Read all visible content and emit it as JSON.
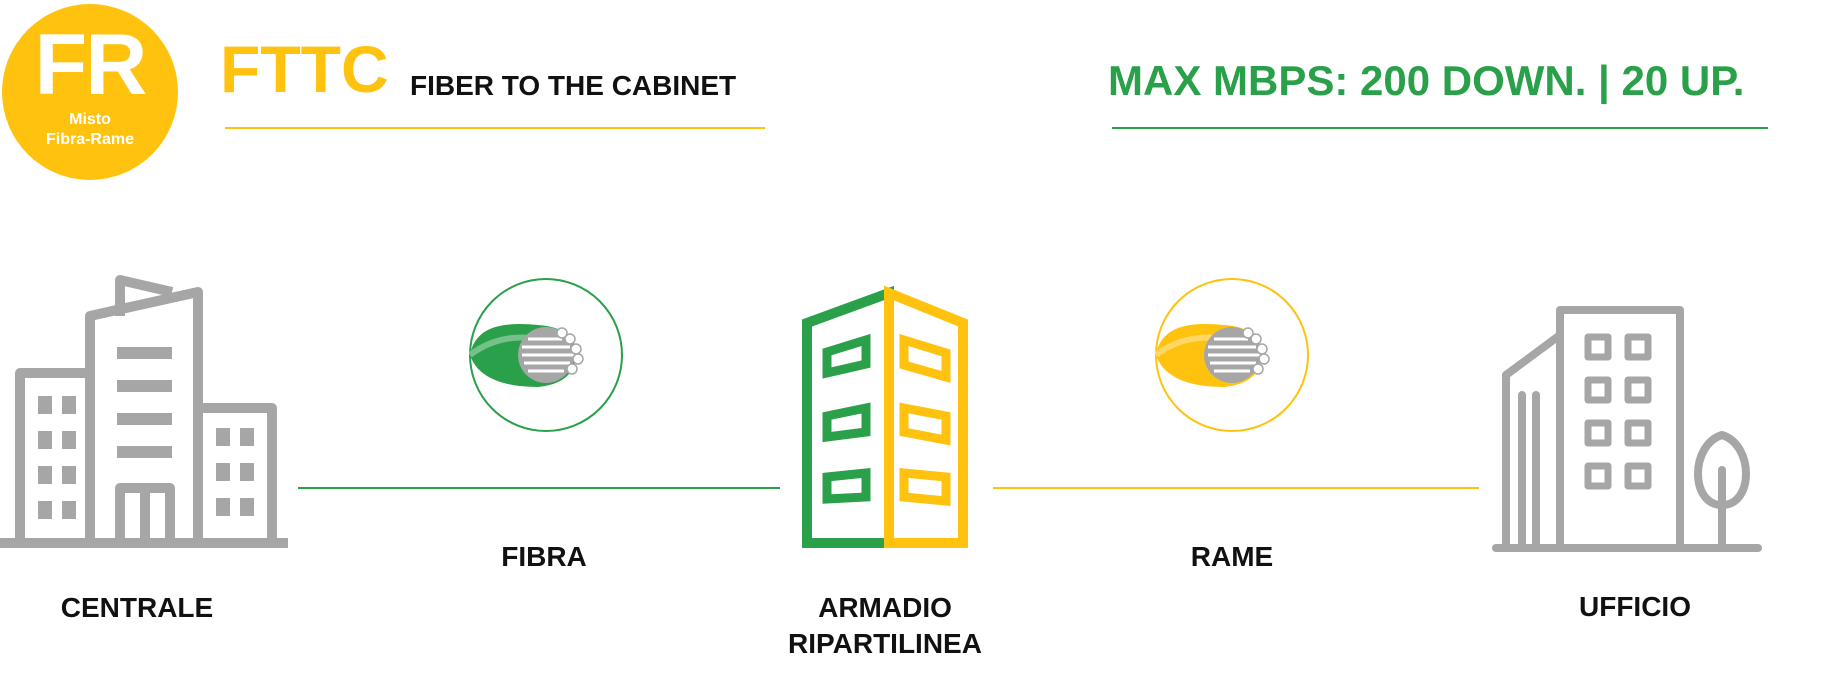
{
  "badge": {
    "code": "FR",
    "line1": "Misto",
    "line2": "Fibra-Rame"
  },
  "header": {
    "code": "FTTC",
    "name": "FIBER TO THE CABINET",
    "speed": "MAX MBPS: 200 DOWN. | 20 UP."
  },
  "nodes": {
    "centrale": "CENTRALE",
    "armadio_line1": "ARMADIO",
    "armadio_line2": "RIPARTILINEA",
    "ufficio": "UFFICIO"
  },
  "links": {
    "fibra": "FIBRA",
    "rame": "RAME"
  },
  "icons": {
    "centrale": "city-buildings-icon",
    "fibra": "fiber-cable-icon",
    "armadio": "cabinet-building-icon",
    "rame": "copper-cable-icon",
    "ufficio": "office-building-icon"
  },
  "colors": {
    "yellow": "#FFC20E",
    "green": "#2AA04A",
    "gray": "#A6A6A6",
    "text": "#111111"
  }
}
